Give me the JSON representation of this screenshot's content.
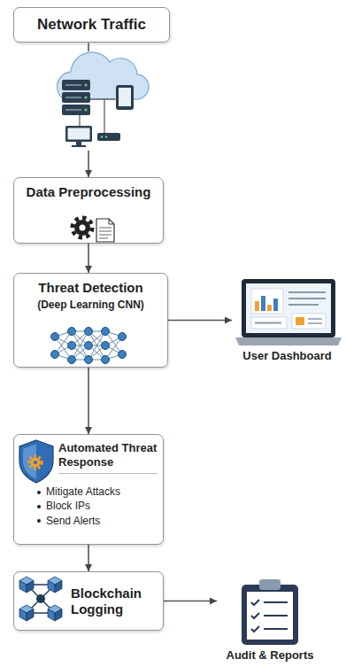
{
  "diagram": {
    "nodes": [
      {
        "text": [
          "Network Traffic"
        ]
      },
      {
        "text": [
          "Data Preprocessing"
        ]
      },
      {
        "text": [
          "Threat Detection",
          "(Deep Learning CNN)"
        ]
      },
      {
        "text": [
          "User Dashboard"
        ]
      },
      {
        "text": [
          "Automated Threat Response",
          "Mitigate Attacks",
          "Block IPs",
          "Send Alerts"
        ]
      },
      {
        "text": [
          "Blockchain Logging"
        ]
      },
      {
        "text": [
          "Audit & Reports"
        ]
      }
    ],
    "edges": [
      {
        "from": 0,
        "to": 1,
        "arrow": "to"
      },
      {
        "from": 1,
        "to": 2,
        "arrow": "to"
      },
      {
        "from": 2,
        "to": 3,
        "arrow": "to"
      },
      {
        "from": 2,
        "to": 4,
        "arrow": "to"
      },
      {
        "from": 4,
        "to": 5,
        "arrow": "to"
      },
      {
        "from": 5,
        "to": 6,
        "arrow": "to"
      }
    ]
  }
}
